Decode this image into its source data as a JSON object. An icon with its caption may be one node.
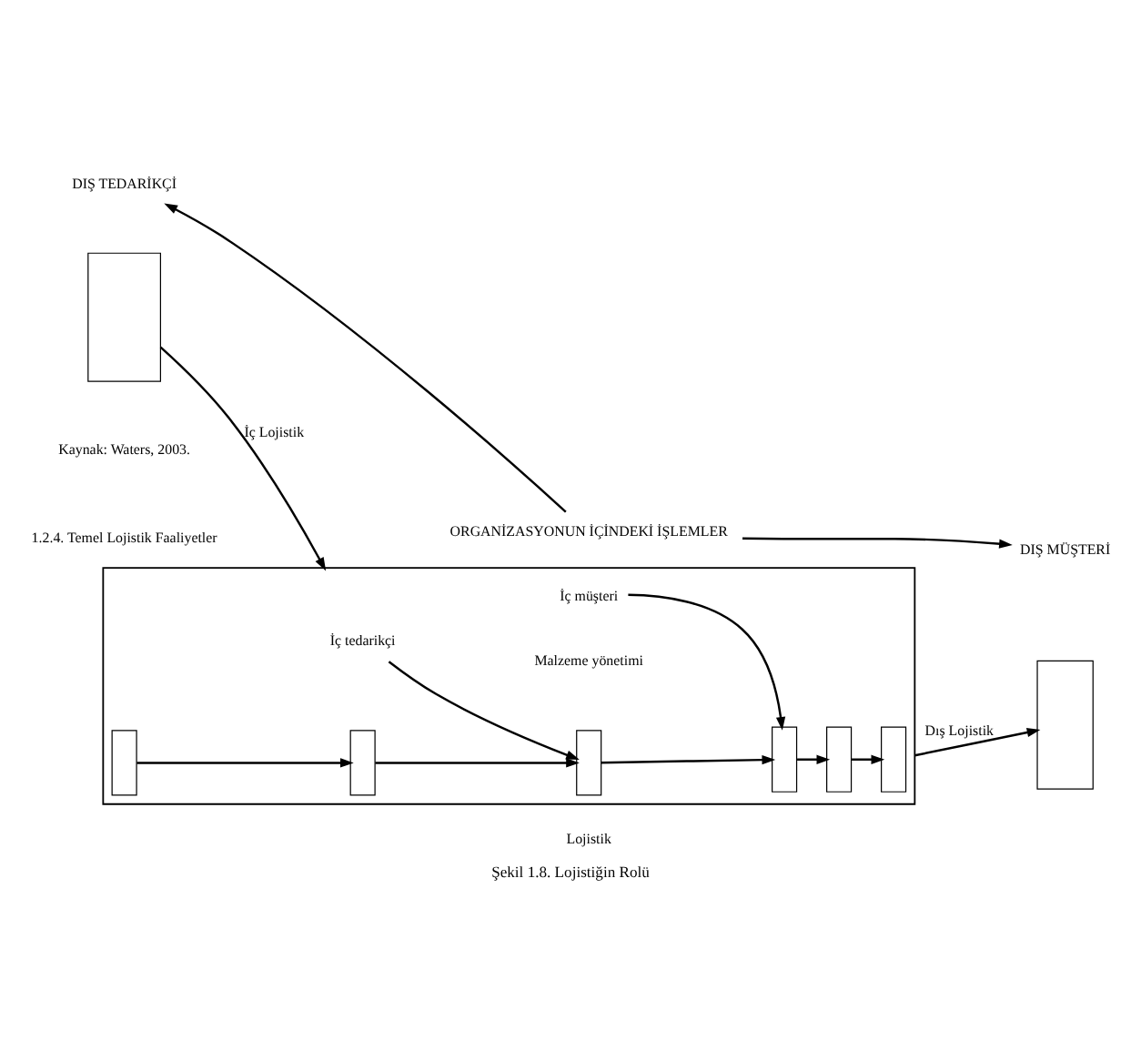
{
  "diagram": {
    "caption": "Şekil 1.8. Lojistiğin Rolü",
    "nodes": [
      {
        "text": [
          "DIŞ TEDARİKÇİ"
        ]
      },
      {
        "text": [
          "ORGANİZASYONUN İÇİNDEKİ İŞLEMLER"
        ]
      },
      {
        "text": [
          "DIŞ MÜŞTERİ"
        ]
      },
      {
        "text": [],
        "shape": "box"
      },
      {
        "text": [],
        "shape": "box"
      },
      {
        "text": [
          "İç tedarikçi"
        ],
        "in": 4
      },
      {
        "text": [
          "İç müşteri"
        ],
        "in": 4
      },
      {
        "text": [],
        "shape": "box",
        "in": 4
      },
      {
        "text": [],
        "shape": "box",
        "in": 4
      },
      {
        "text": [],
        "shape": "box",
        "in": 4
      },
      {
        "text": [],
        "shape": "box",
        "in": 4
      },
      {
        "text": [],
        "shape": "box",
        "in": 4
      },
      {
        "text": [],
        "shape": "box",
        "in": 4
      },
      {
        "text": [],
        "shape": "box"
      }
    ],
    "edges": [
      {
        "from": 1,
        "to": 0,
        "arrow": "to"
      },
      {
        "from": 1,
        "to": 2,
        "arrow": "to"
      },
      {
        "from": 3,
        "to": 4,
        "arrow": "to",
        "label": "İç Lojistik"
      },
      {
        "from": 7,
        "to": 8,
        "arrow": "to"
      },
      {
        "from": 8,
        "to": 9,
        "arrow": "to"
      },
      {
        "from": 9,
        "to": 10,
        "arrow": "to"
      },
      {
        "from": 10,
        "to": 11,
        "arrow": "to"
      },
      {
        "from": 11,
        "to": 12,
        "arrow": "to"
      },
      {
        "from": 4,
        "to": 13,
        "arrow": "to",
        "label": "Dış Lojistik"
      },
      {
        "from": 5,
        "to": 9,
        "arrow": "to"
      },
      {
        "from": 6,
        "to": 10,
        "arrow": "to"
      }
    ],
    "labels": [
      "Malzeme yönetimi",
      "Lojistik",
      "Kaynak: Waters, 2003.",
      "1.2.4. Temel Lojistik Faaliyetler"
    ]
  }
}
